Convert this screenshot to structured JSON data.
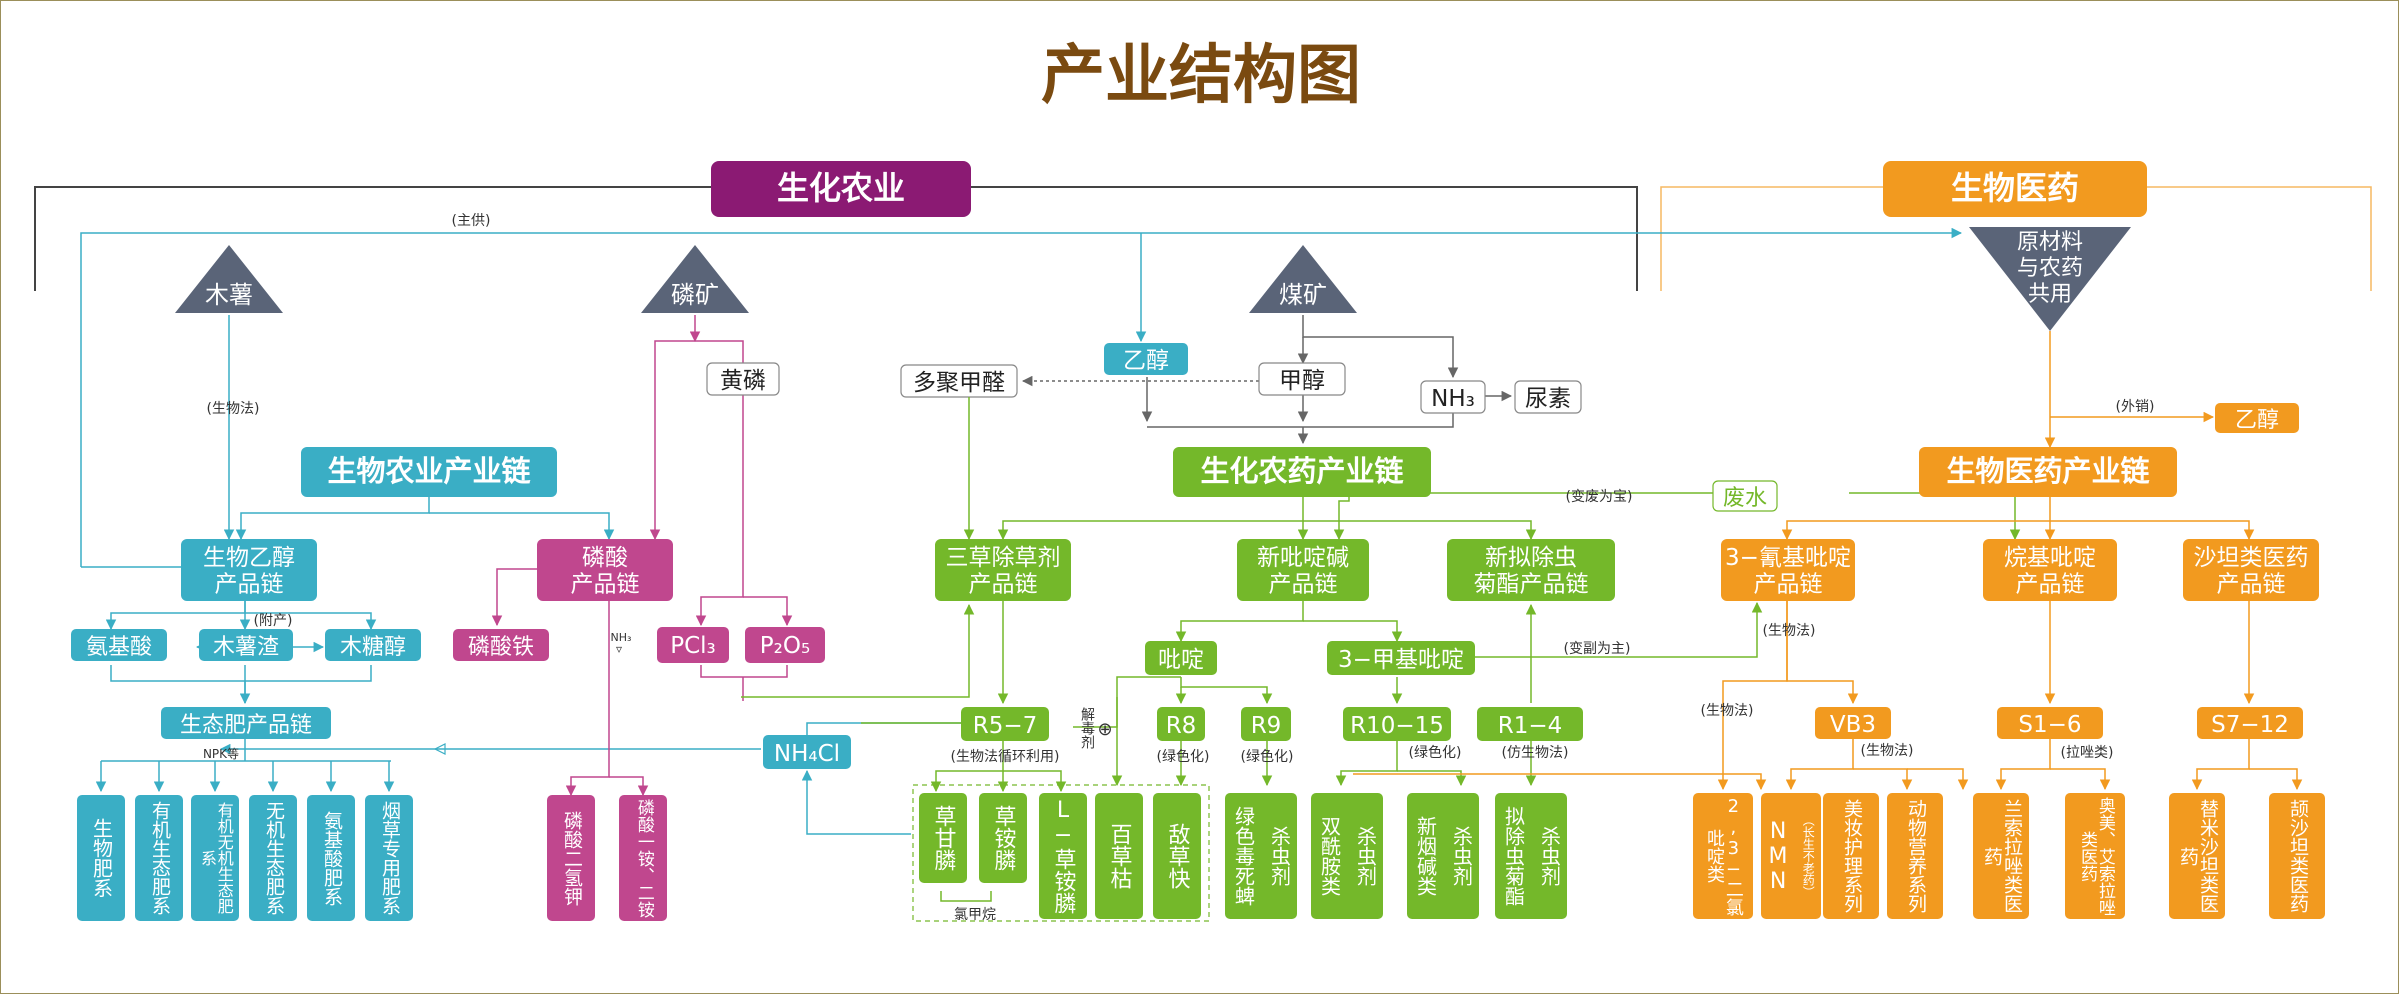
{
  "title": "产业结构图",
  "sections": {
    "agri": "生化农业",
    "pharma": "生物医药"
  },
  "colors": {
    "title": "#7a4a10",
    "purple": "#8b1a73",
    "teal": "#3aaec5",
    "pink": "#c0478e",
    "green": "#74b82a",
    "orange": "#f29a1f",
    "slate": "#5a6478",
    "gray": "#888888"
  },
  "raw": {
    "cassava": "木薯",
    "phosphate": "磷矿",
    "coal": "煤矿",
    "pharma_raw": [
      "原材料",
      "与农药",
      "共用"
    ]
  },
  "nodes": {
    "yellow_p": "黄磷",
    "ethanol": "乙醇",
    "methanol": "甲醇",
    "nh3": "NH₃",
    "urea": "尿素",
    "polyformaldehyde": "多聚甲醛",
    "bio_agri_chain": "生物农业产业链",
    "bio_pesticide_chain": "生化农药产业链",
    "bio_pharma_chain": "生物医药产业链",
    "export_ethanol": "乙醇",
    "wastewater": "废水",
    "bio_ethanol_chain": "生物乙醇\n产品链",
    "phosphoric_chain": "磷酸\n产品链",
    "amino_acid": "氨基酸",
    "cassava_residue": "木薯渣",
    "xylitol": "木糖醇",
    "iron_phosphate": "磷酸铁",
    "pcl3": "PCl₃",
    "p2o5": "P₂O₅",
    "eco_fert_chain": "生态肥产品链",
    "nh4cl": "NH₄Cl",
    "herbicide_chain": "三草除草剂\n产品链",
    "pyridine_base_chain": "新吡啶碱\n产品链",
    "pyrethroid_chain": "新拟除虫\n菊酯产品链",
    "pyridine": "吡啶",
    "methylpyridine": "3−甲基吡啶",
    "r5_7": "R5−7",
    "r8": "R8",
    "r9": "R9",
    "r10_15": "R10−15",
    "r1_4": "R1−4",
    "cyanopyridine_chain": "3−氰基吡啶\n产品链",
    "alkylpyridine_chain": "烷基吡啶\n产品链",
    "sartan_chain": "沙坦类医药\n产品链",
    "vb3": "VB3",
    "s1_6": "S1−6",
    "s7_12": "S7−12"
  },
  "edge_labels": {
    "main_supply": "(主供)",
    "bio_method": "(生物法)",
    "by_product": "(附产)",
    "nh3_small": "NH₃",
    "npk": "NPK等",
    "bio_cycle": "(生物法循环利用)",
    "detox": "解毒剂",
    "green_r8": "(绿色化)",
    "green_r9": "(绿色化)",
    "green_r10": "(绿色化)",
    "bionic": "(仿生物法)",
    "waste_to_treasure": "(变废为宝)",
    "by_to_main": "(变副为主)",
    "export": "(外销)",
    "bio_method2": "(生物法)",
    "bio_method3": "(生物法)",
    "bio_method4": "(生物法)",
    "pyrazole": "(拉唑类)",
    "chloromethane": "氯甲烷"
  },
  "products": {
    "agri_fert": [
      "生物肥系",
      "有机生态肥系",
      "有机无机生态肥系",
      "无机生态肥系",
      "氨基酸肥系",
      "烟草专用肥系"
    ],
    "phosphate_products": [
      "磷酸二氢钾",
      "磷酸一铵、二铵"
    ],
    "herbicides": [
      "草甘膦",
      "草铵膦",
      "L−草铵膦"
    ],
    "r8_products": [
      "百草枯",
      "敌草快"
    ],
    "r9_products": [
      "绿色毒死蜱",
      "杀虫剂"
    ],
    "r10_products": [
      "双酰胺类",
      "杀虫剂",
      "新烟碱类",
      "杀虫剂"
    ],
    "r1_products": [
      "拟除虫菊酯",
      "杀虫剂"
    ],
    "cyano_products": [
      "2,3−二氯吡啶类",
      "NMN",
      "（长生不老药）",
      "美妆护理系列",
      "动物营养系列"
    ],
    "alkyl_products": [
      "兰索拉唑类医药",
      "奥美、艾索拉唑类医药"
    ],
    "sartan_products": [
      "替米沙坦类医药",
      "颉沙坦类医药"
    ]
  }
}
